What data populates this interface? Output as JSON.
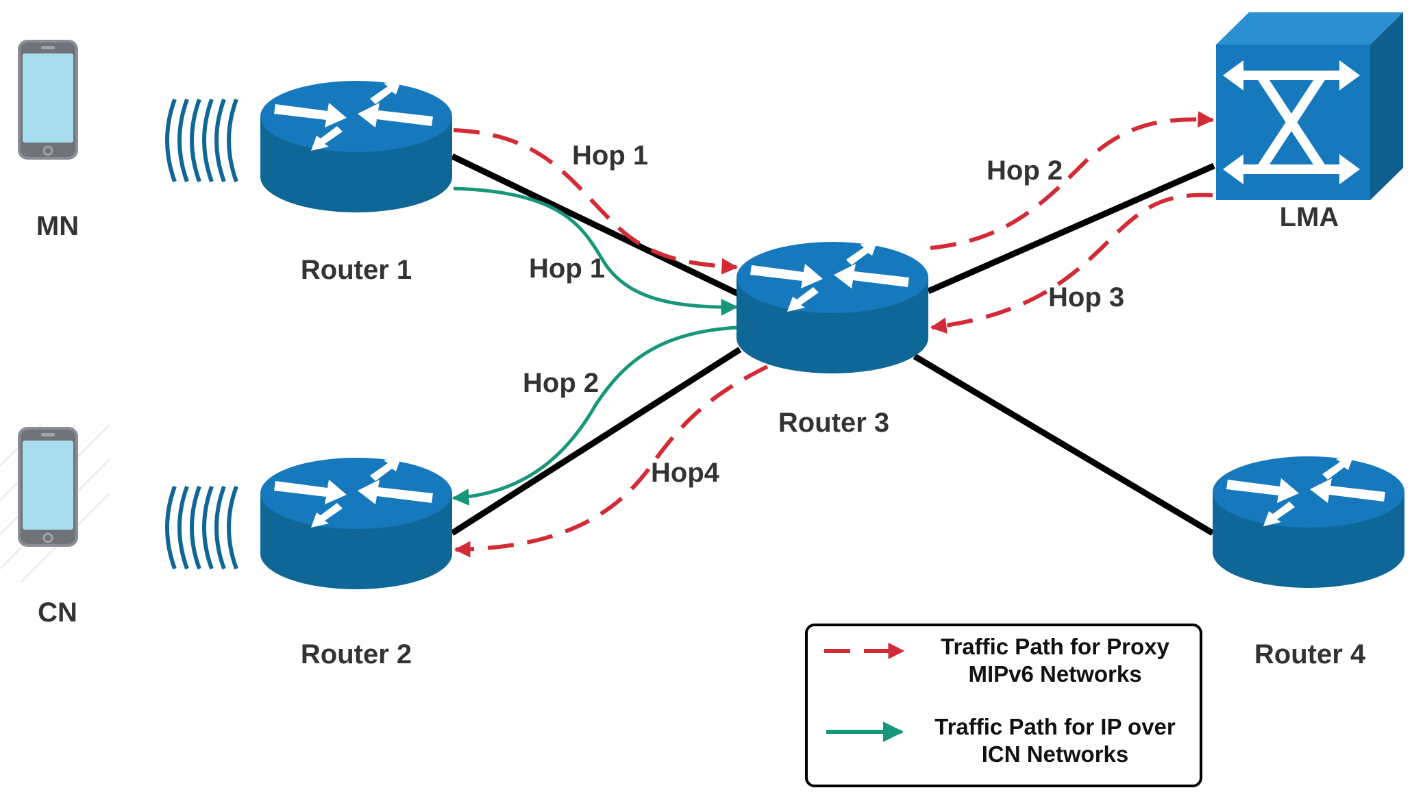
{
  "devices": {
    "mn_label": "MN",
    "cn_label": "CN",
    "router1_label": "Router 1",
    "router2_label": "Router 2",
    "router3_label": "Router 3",
    "router4_label": "Router 4",
    "lma_label": "LMA"
  },
  "hops": {
    "pmip_hop1": "Hop 1",
    "pmip_hop2": "Hop 2",
    "pmip_hop3": "Hop 3",
    "pmip_hop4": "Hop4",
    "icn_hop1": "Hop 1",
    "icn_hop2": "Hop 2"
  },
  "legend": {
    "pmip_line1": "Traffic Path for Proxy",
    "pmip_line2": "MIPv6 Networks",
    "icn_line1": "Traffic Path for IP over",
    "icn_line2": "ICN Networks"
  },
  "colors": {
    "router": "#0e6796",
    "lma": "#1679bd",
    "pmip_path": "#d22b36",
    "icn_path": "#17977a",
    "link": "#000000"
  },
  "icons": {
    "phone": "smartphone-icon",
    "signal": "wireless-signal-icon",
    "router": "router-icon",
    "lma": "switch-cube-icon"
  }
}
